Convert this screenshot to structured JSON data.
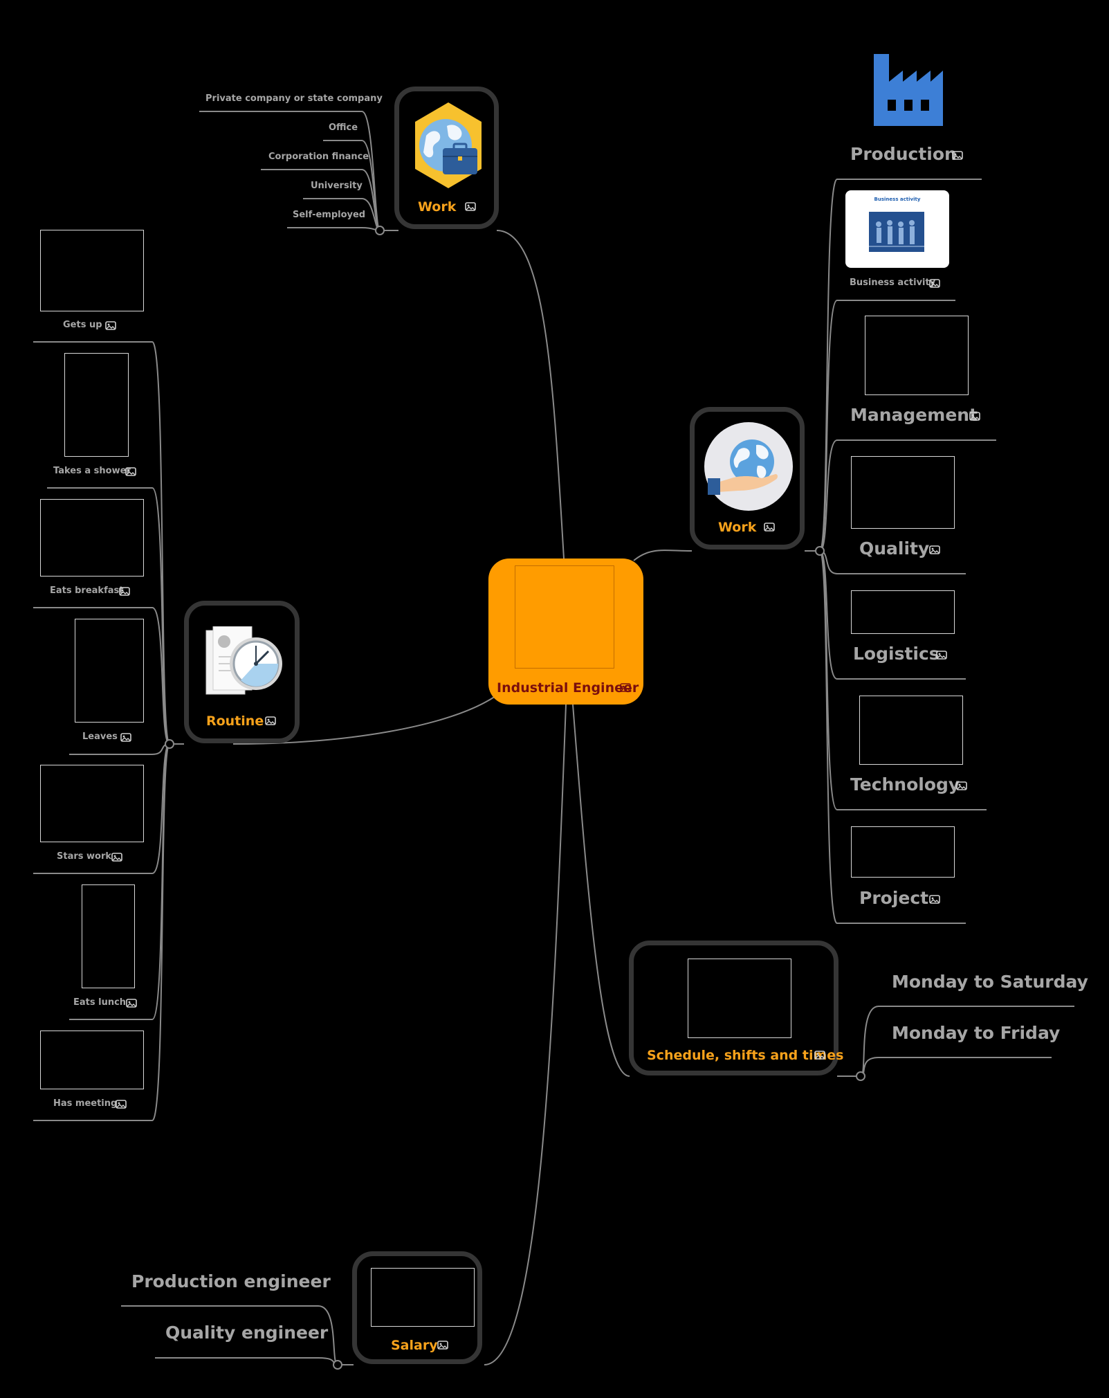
{
  "colors": {
    "background": "#000000",
    "center": "#ff9c00",
    "accent": "#f7a21b",
    "link": "#8a8a8a",
    "leaf_text": "#a6a6a6",
    "card_border": "#353535"
  },
  "central": {
    "label": "Industrial Engineer",
    "icon": "image-icon"
  },
  "work_top": {
    "label": "Work",
    "icon": "globe-briefcase-hexagon-icon",
    "children": [
      "Private company or state company",
      "Office",
      "Corporation finance",
      "University",
      "Self-employed"
    ]
  },
  "work_right": {
    "label": "Work",
    "icon": "globe-in-hand-icon",
    "children": [
      {
        "label": "Production",
        "icon": "factory-icon"
      },
      {
        "label": "Business activity",
        "image_caption": "Business activity"
      },
      {
        "label": "Management"
      },
      {
        "label": "Quality"
      },
      {
        "label": "Logistics"
      },
      {
        "label": "Technology"
      },
      {
        "label": "Project"
      }
    ]
  },
  "routine": {
    "label": "Routine",
    "icon": "documents-clock-icon",
    "children": [
      "Gets up",
      "Takes a shower",
      "Eats breakfast",
      "Leaves",
      "Stars work",
      "Eats lunch",
      "Has meeting"
    ]
  },
  "schedule": {
    "label": "Schedule, shifts and times",
    "children": [
      "Monday to Saturday",
      "Monday to Friday"
    ]
  },
  "salary": {
    "label": "Salary",
    "children": [
      "Production engineer",
      "Quality engineer"
    ]
  }
}
